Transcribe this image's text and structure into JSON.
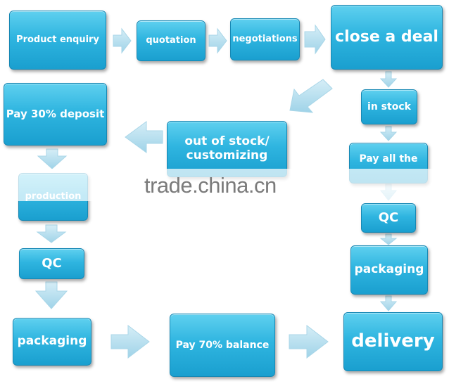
{
  "steps": {
    "product_enquiry": "Product enquiry",
    "quotation": "quotation",
    "negotiations": "negotiations",
    "close_deal": "close a deal",
    "pay_deposit": "Pay 30% deposit",
    "out_of_stock": "out of stock/ customizing",
    "in_stock": "in stock",
    "pay_all": "Pay all the",
    "production": "production",
    "qc_left": "QC",
    "qc_right": "QC",
    "packaging_left": "packaging",
    "packaging_right": "packaging",
    "pay_balance": "Pay 70% balance",
    "delivery": "delivery"
  },
  "watermark": "trade.china.cn",
  "colors": {
    "box": "#2fb5e0",
    "arrow": "#b5dfee"
  }
}
